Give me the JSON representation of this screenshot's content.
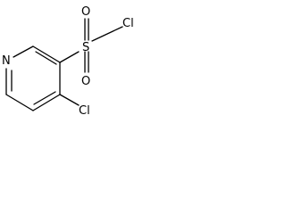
{
  "molecule": {
    "atoms": {
      "ring_nitrogen": "N",
      "sulfur": "S",
      "sulfonyl_oxygen_top": "O",
      "sulfonyl_oxygen_bottom": "O",
      "sulfonyl_chlorine": "Cl",
      "ring_chlorine": "Cl"
    }
  },
  "colors": {
    "bond": "#000000",
    "label": "#000000",
    "background": "#ffffff"
  }
}
